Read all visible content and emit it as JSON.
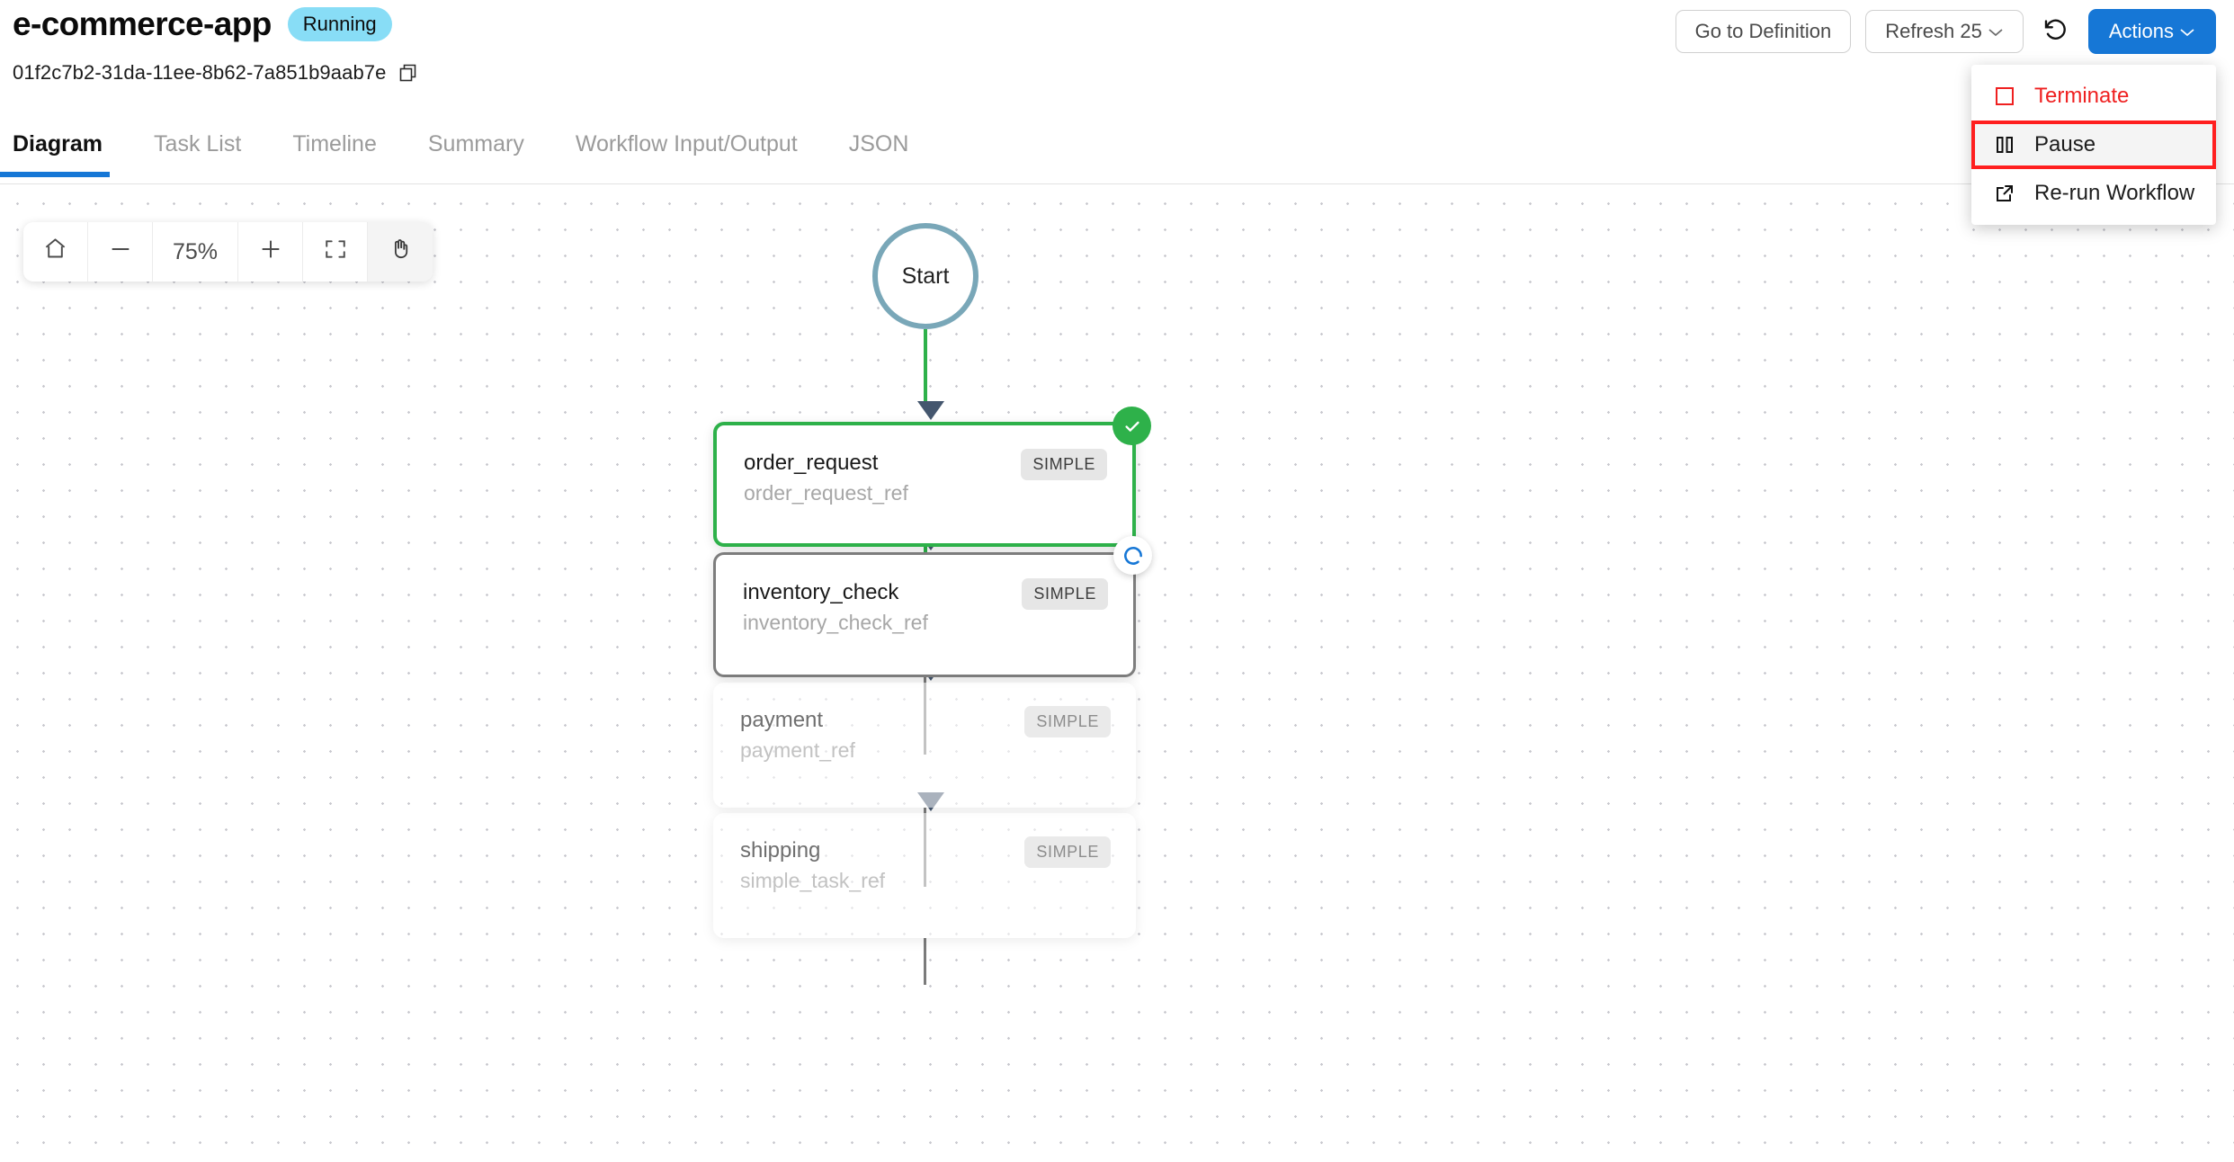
{
  "header": {
    "title": "e-commerce-app",
    "status": "Running",
    "workflow_id": "01f2c7b2-31da-11ee-8b62-7a851b9aab7e",
    "copy_icon": "copy-icon",
    "buttons": {
      "go_to_definition": "Go to Definition",
      "refresh": "Refresh 25",
      "undo_icon": "restore-icon",
      "actions": "Actions"
    },
    "colors": {
      "accent": "#1677d6",
      "status_badge": "#88ddf6",
      "danger": "#ef2020"
    }
  },
  "tabs": [
    {
      "label": "Diagram",
      "active": true
    },
    {
      "label": "Task List",
      "active": false
    },
    {
      "label": "Timeline",
      "active": false
    },
    {
      "label": "Summary",
      "active": false
    },
    {
      "label": "Workflow Input/Output",
      "active": false
    },
    {
      "label": "JSON",
      "active": false
    }
  ],
  "actions_menu": {
    "open": true,
    "items": [
      {
        "label": "Terminate",
        "icon": "stop-square-icon",
        "style": "danger",
        "highlighted": false
      },
      {
        "label": "Pause",
        "icon": "pause-icon",
        "style": "normal",
        "highlighted": true
      },
      {
        "label": "Re-run Workflow",
        "icon": "external-link-icon",
        "style": "normal",
        "highlighted": false
      }
    ]
  },
  "zoom_toolbar": {
    "home_icon": "home-icon",
    "zoom_out_icon": "minus-icon",
    "zoom_level": "75%",
    "zoom_in_icon": "plus-icon",
    "fit_icon": "fit-screen-icon",
    "pan_icon": "hand-icon",
    "pan_active": true
  },
  "diagram": {
    "start_label": "Start",
    "nodes": [
      {
        "name": "order_request",
        "ref": "order_request_ref",
        "type": "SIMPLE",
        "state": "done"
      },
      {
        "name": "inventory_check",
        "ref": "inventory_check_ref",
        "type": "SIMPLE",
        "state": "running"
      },
      {
        "name": "payment",
        "ref": "payment_ref",
        "type": "SIMPLE",
        "state": "pending"
      },
      {
        "name": "shipping",
        "ref": "simple_task_ref",
        "type": "SIMPLE",
        "state": "pending"
      }
    ]
  }
}
